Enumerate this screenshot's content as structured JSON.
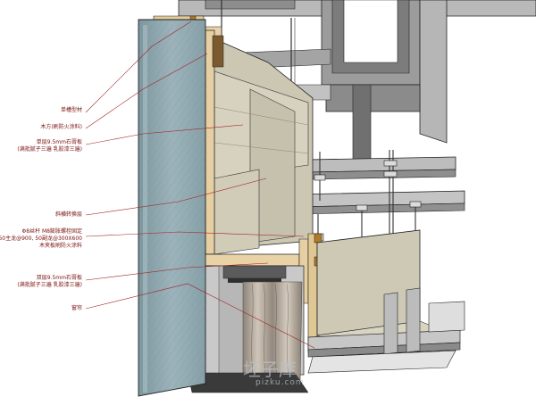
{
  "labels": {
    "l1": "单槽型材",
    "l2": "木方(刷防火涂料)",
    "l3a": "单层9.5mm石膏板",
    "l3b": "(满批腻子三遍 乳胶漆三遍)",
    "l4": "斜横转换层",
    "l5a": "Φ8丝杆 M8膨胀螺栓固定",
    "l5b": "50主龙@900, 50副龙@300X600",
    "l5c": "木夹板刷防火涂料",
    "l6a": "双层9.5mm石膏板",
    "l6b": "(满批腻子三遍 乳胶漆三遍)",
    "l7": "窗帘"
  },
  "watermark": {
    "main": "坯子库",
    "sub": "pizku.com"
  },
  "colors": {
    "leader": "#a32020",
    "label": "#7a1010",
    "glass": "#8fa7b0",
    "wood": "#e6cfa2",
    "gypsum": "#c9c6b2",
    "steel_dark": "#6f6f6f",
    "steel_mid": "#a6a6a6",
    "steel_light": "#c8c8c8",
    "curtain": "#b3a79b"
  }
}
